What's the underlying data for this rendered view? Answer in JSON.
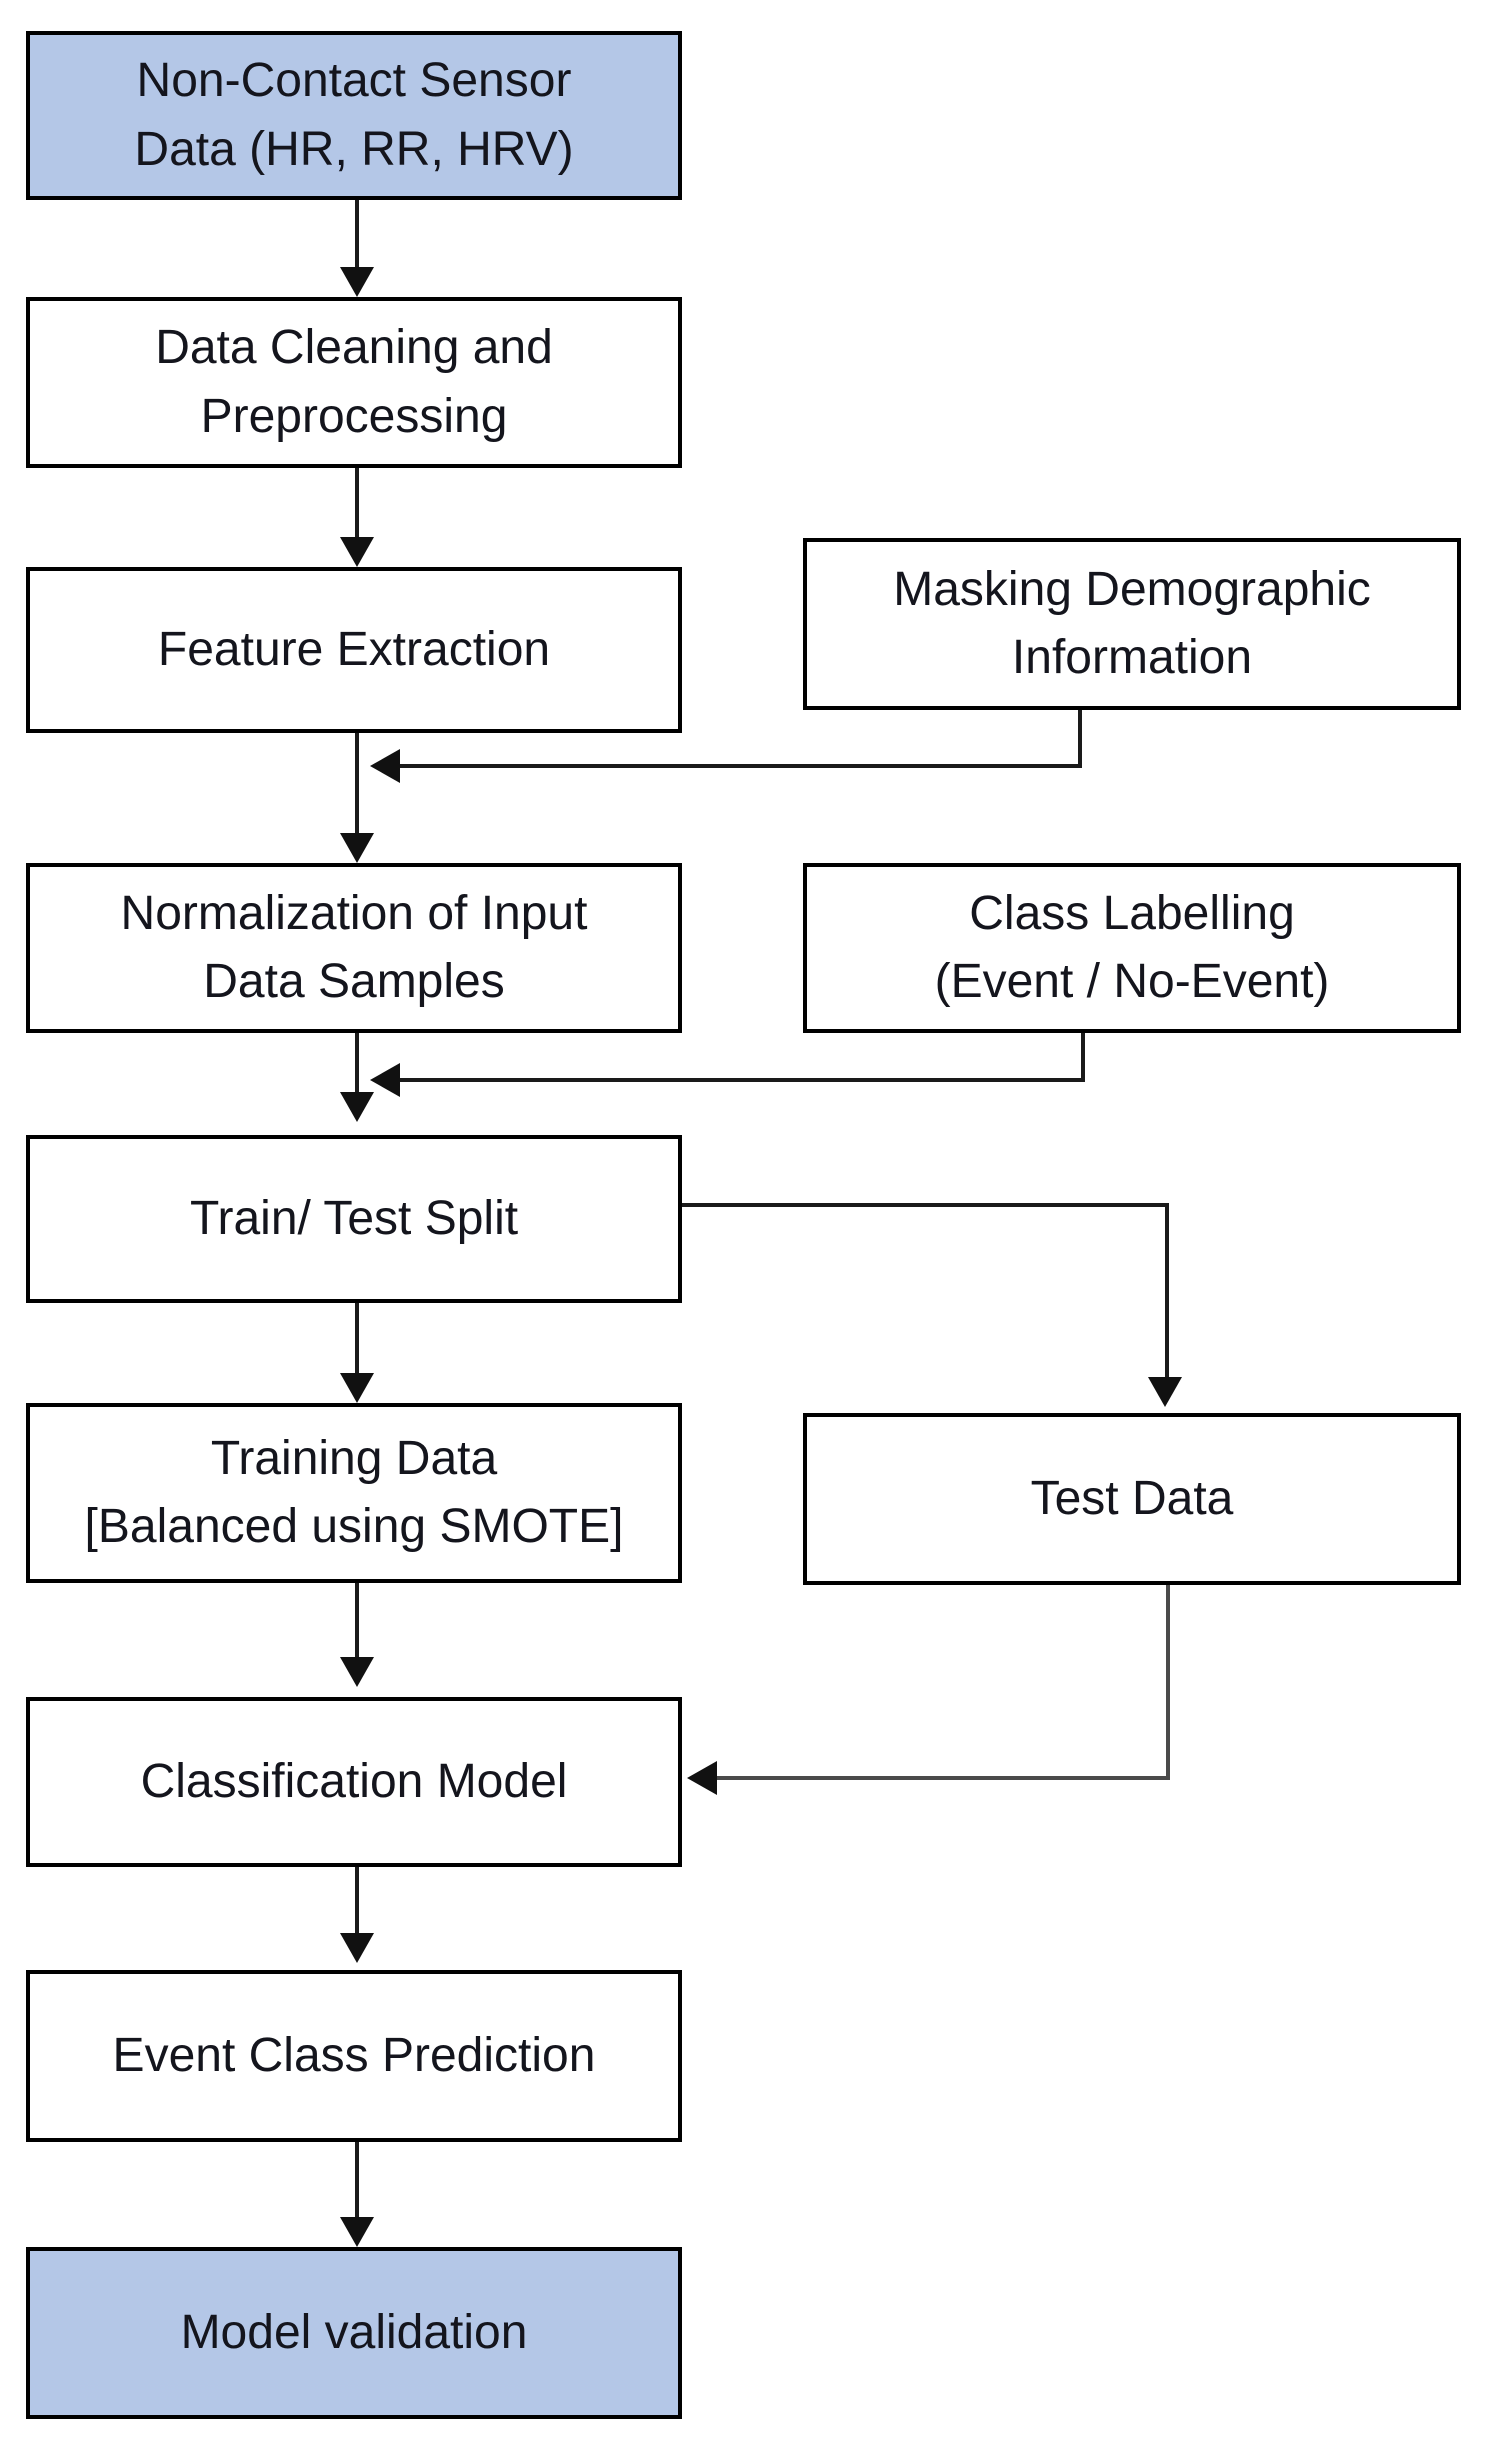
{
  "diagram": {
    "type": "flowchart",
    "colors": {
      "highlight_node_fill": "#b4c7e7",
      "node_fill": "#ffffff",
      "node_border": "#000000",
      "text": "#14151d",
      "connector": "#1a1a1a",
      "connector_alt": "#4a4a4a"
    },
    "nodes": {
      "sensor_data": {
        "label": "Non-Contact Sensor\nData (HR, RR, HRV)"
      },
      "cleaning": {
        "label": "Data Cleaning and\nPreprocessing"
      },
      "feature_extraction": {
        "label": "Feature Extraction"
      },
      "masking": {
        "label": "Masking Demographic\nInformation"
      },
      "normalization": {
        "label": "Normalization of Input\nData Samples"
      },
      "class_labelling": {
        "label": "Class Labelling\n(Event / No-Event)"
      },
      "train_test_split": {
        "label": "Train/ Test Split"
      },
      "training_data": {
        "label": "Training Data\n[Balanced using SMOTE]"
      },
      "test_data": {
        "label": "Test Data"
      },
      "classification_model": {
        "label": "Classification Model"
      },
      "event_class_prediction": {
        "label": "Event Class Prediction"
      },
      "model_validation": {
        "label": "Model validation"
      }
    },
    "edges": [
      "sensor_data -> cleaning",
      "cleaning -> feature_extraction",
      "feature_extraction -> normalization",
      "masking -> normalization",
      "normalization -> train_test_split",
      "class_labelling -> train_test_split",
      "train_test_split -> training_data",
      "train_test_split -> test_data",
      "training_data -> classification_model",
      "test_data -> classification_model",
      "classification_model -> event_class_prediction",
      "event_class_prediction -> model_validation"
    ]
  }
}
